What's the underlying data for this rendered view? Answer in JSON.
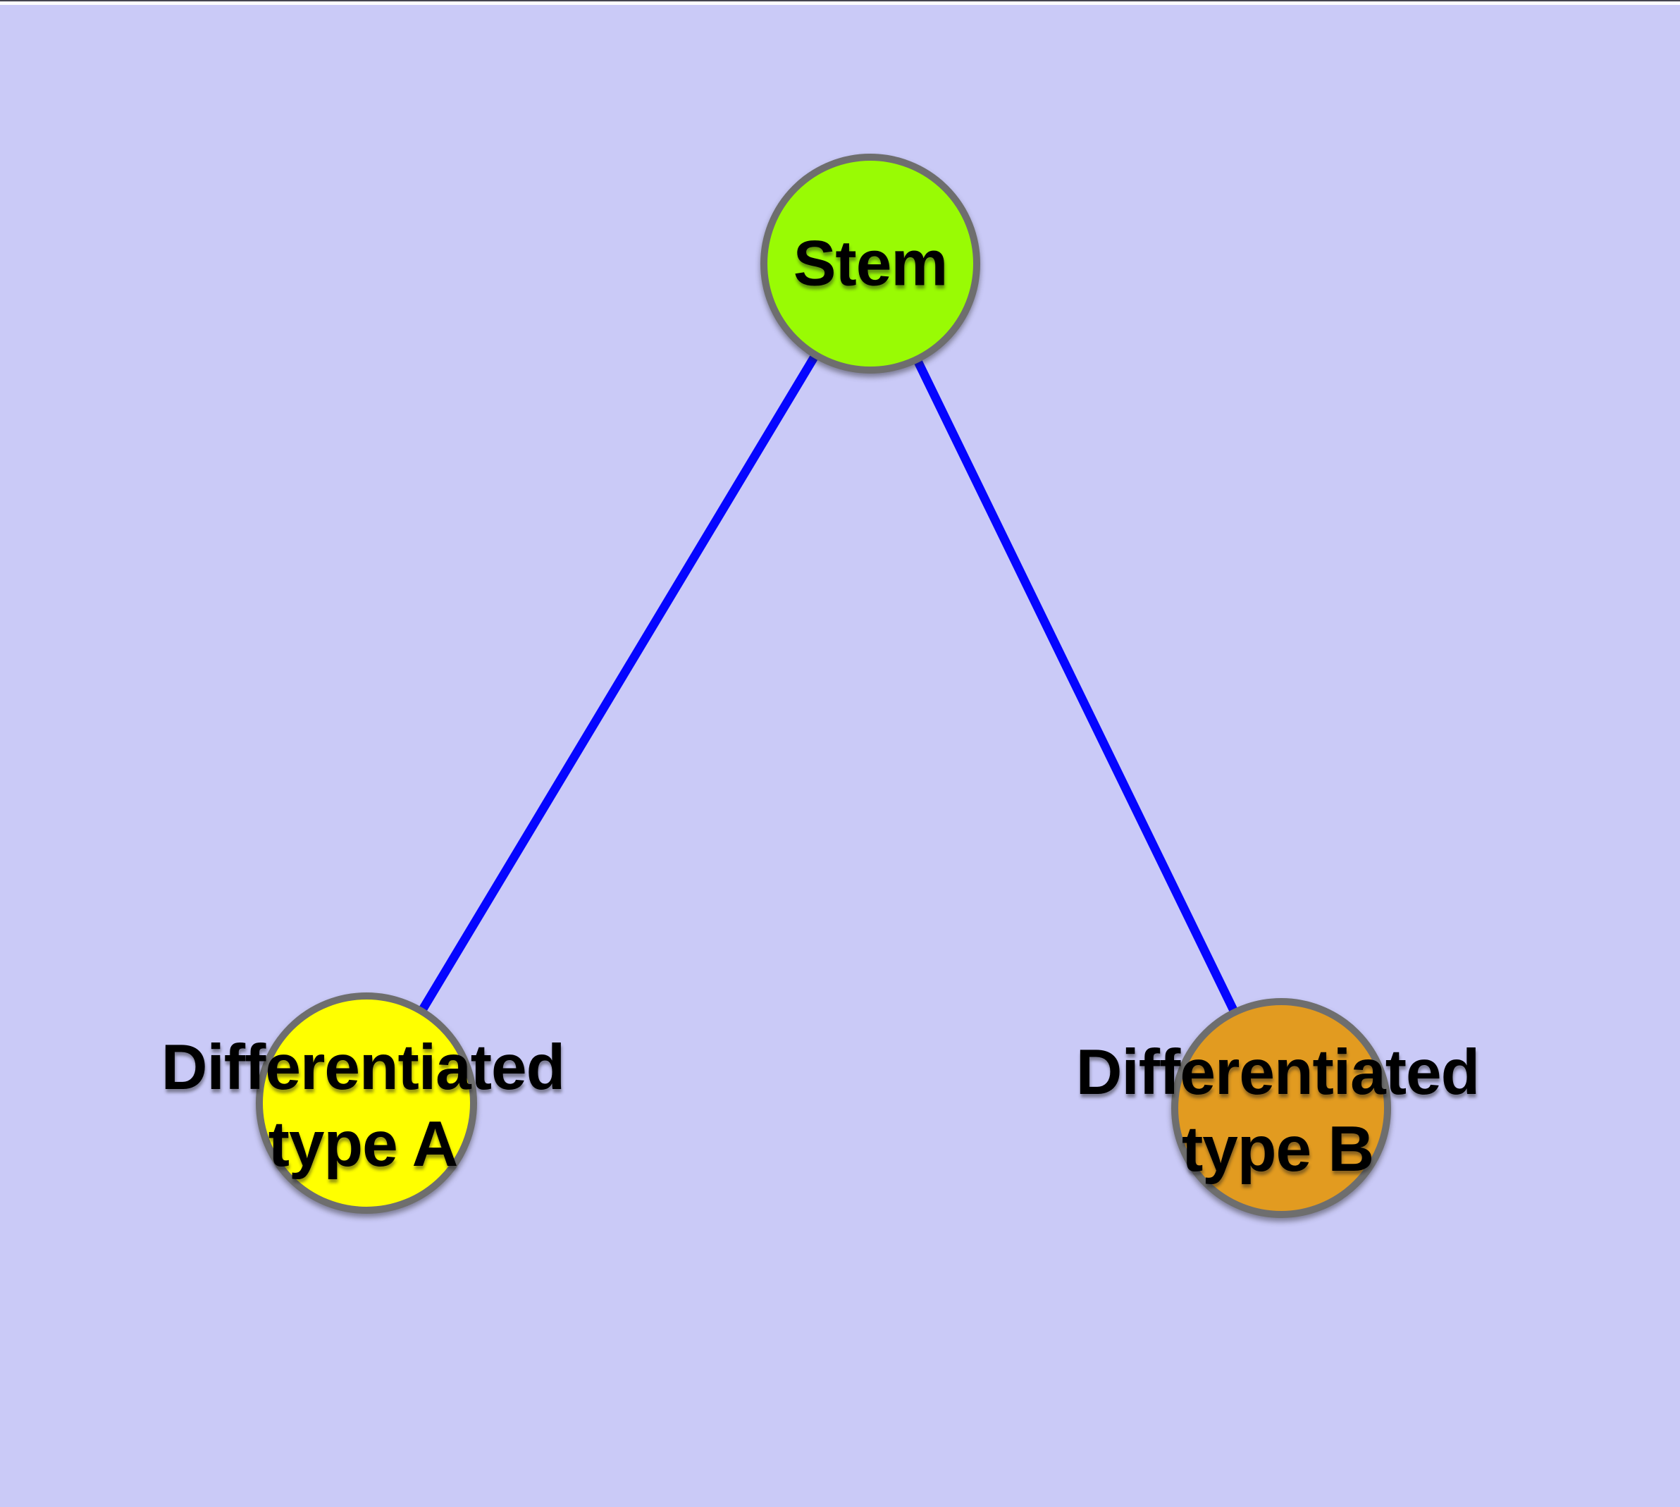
{
  "palette": {
    "background": "#CACAF7",
    "node_border": "#6E6E6E",
    "edge_color": "#0505FF",
    "label_color": "#000000"
  },
  "nodes": {
    "stem": {
      "label": "Stem",
      "fill": "#99FB04"
    },
    "type_a": {
      "label": "Differentiated\ntype A",
      "fill": "#FFFF00"
    },
    "type_b": {
      "label": "Differentiated\ntype B",
      "fill": "#E29B20"
    }
  },
  "edges": {
    "color": "#0505FF",
    "list": [
      {
        "from": "Stem",
        "to": "Differentiated type A"
      },
      {
        "from": "Stem",
        "to": "Differentiated type B"
      }
    ]
  }
}
